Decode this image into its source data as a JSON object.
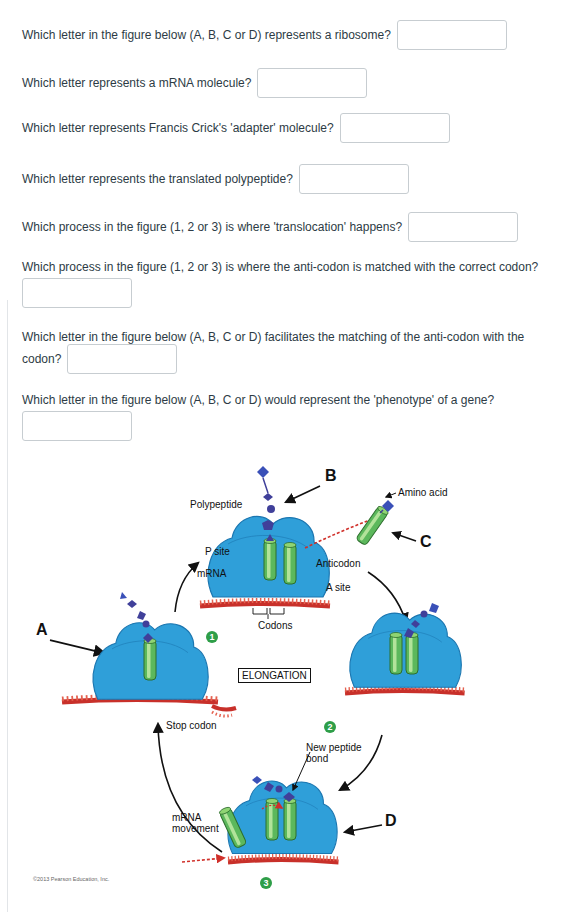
{
  "diagram": {
    "nodes": [
      {
        "text": [
          "1"
        ]
      },
      {
        "text": [
          "ELONGATION"
        ]
      },
      {
        "text": [
          "2"
        ]
      },
      {
        "text": [
          "3"
        ]
      }
    ],
    "labels": [
      "Which letter in the figure below (A, B, C or D) represents a ribosome?",
      "Which letter represents a mRNA molecule?",
      "Which letter represents Francis Crick's 'adapter' molecule?",
      "Which letter represents the translated polypeptide?",
      "Which process in the figure (1, 2 or 3) is where 'translocation' happens?",
      "Which process in the figure (1, 2 or 3) is where the anti-codon is matched with the correct codon?",
      "Which letter in the figure below (A, B, C or D) facilitates the matching of the anti-codon with the codon?",
      "Which letter in the figure below (A, B, C or D) would represent the 'phenotype' of a gene?",
      "B",
      "Amino acid",
      "Polypeptide",
      "C",
      "P site",
      "Anticodon",
      "mRNA",
      "A site",
      "Codons",
      "A",
      "Stop codon",
      "New peptide bond",
      "D",
      "mRNA movement",
      "©2013 Pearson Education, Inc."
    ]
  }
}
